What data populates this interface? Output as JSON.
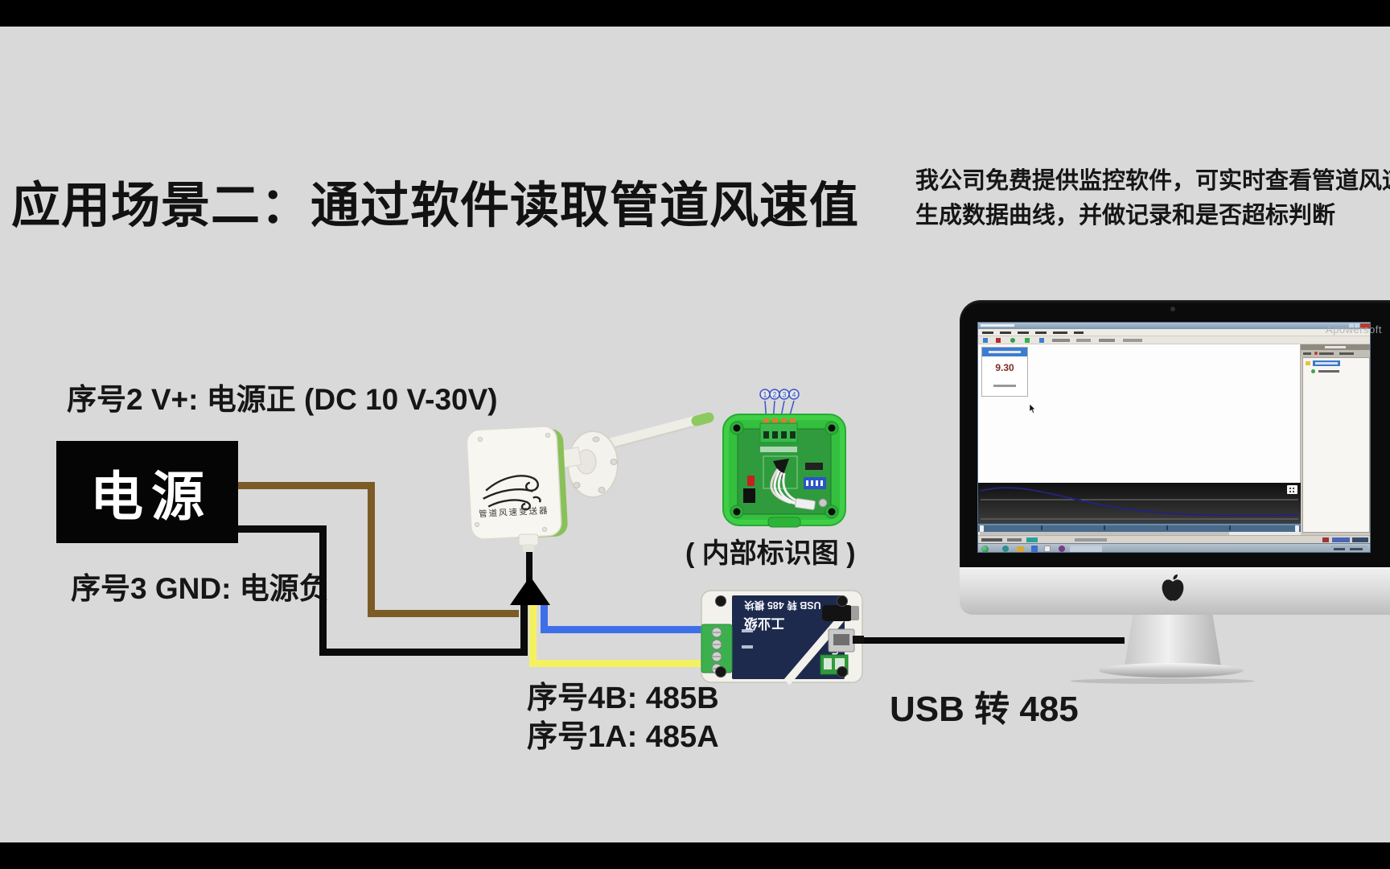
{
  "colors": {
    "bg": "#d9d9d9",
    "letterbox": "#000000",
    "wire-brown": "#7b5b26",
    "wire-black": "#0a0a0a",
    "wire-blue": "#3f6fe8",
    "wire-yellow": "#f4f160",
    "case-green": "#3ecf46",
    "pcb-green": "#2f9b3d",
    "band-green": "#8ac058",
    "navy": "#1e2a4d",
    "titlebar-blue": "#7e98b0",
    "chart-curve": "#23237a"
  },
  "title": "应用场景二：通过软件读取管道风速值",
  "description": {
    "line1": "我公司免费提供监控软件，可实时查看管道风速",
    "line2": "生成数据曲线，并做记录和是否超标判断"
  },
  "wiring_labels": {
    "seq2": "序号2  V+: 电源正 (DC 10 V-30V)",
    "seq3": "序号3 GND: 电源负",
    "seq4b": "序号4B: 485B",
    "seq1a": "序号1A: 485A"
  },
  "power_box": {
    "label": "电源"
  },
  "sensor": {
    "label": "管道风速变送器"
  },
  "pcb_module": {
    "caption": "( 内部标识图 )",
    "pins": [
      "1",
      "2",
      "3",
      "4"
    ]
  },
  "converter": {
    "label_line1": "USB 转 485 模块",
    "label_line2": "工业级",
    "port_label": "USB",
    "caption": "USB 转 485"
  },
  "computer": {
    "watermark": "Apowersoft",
    "reading_value": "9.30"
  }
}
